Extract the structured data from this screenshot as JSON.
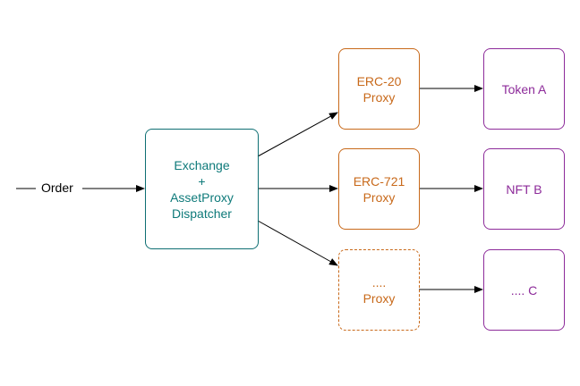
{
  "diagram": {
    "input_label": "Order",
    "dispatcher": {
      "lines": [
        "Exchange",
        "+",
        "AssetProxy",
        "Dispatcher"
      ]
    },
    "proxies": [
      {
        "lines": [
          "ERC-20",
          "Proxy"
        ],
        "style": "solid"
      },
      {
        "lines": [
          "ERC-721",
          "Proxy"
        ],
        "style": "solid"
      },
      {
        "lines": [
          "....",
          "Proxy"
        ],
        "style": "dashed"
      }
    ],
    "assets": [
      {
        "label": "Token A"
      },
      {
        "label": "NFT B"
      },
      {
        "label": ".... C"
      }
    ],
    "colors": {
      "dispatcher": "#0e7a7a",
      "proxy": "#c8691a",
      "asset": "#8d2b9a",
      "arrow": "#000000"
    }
  }
}
